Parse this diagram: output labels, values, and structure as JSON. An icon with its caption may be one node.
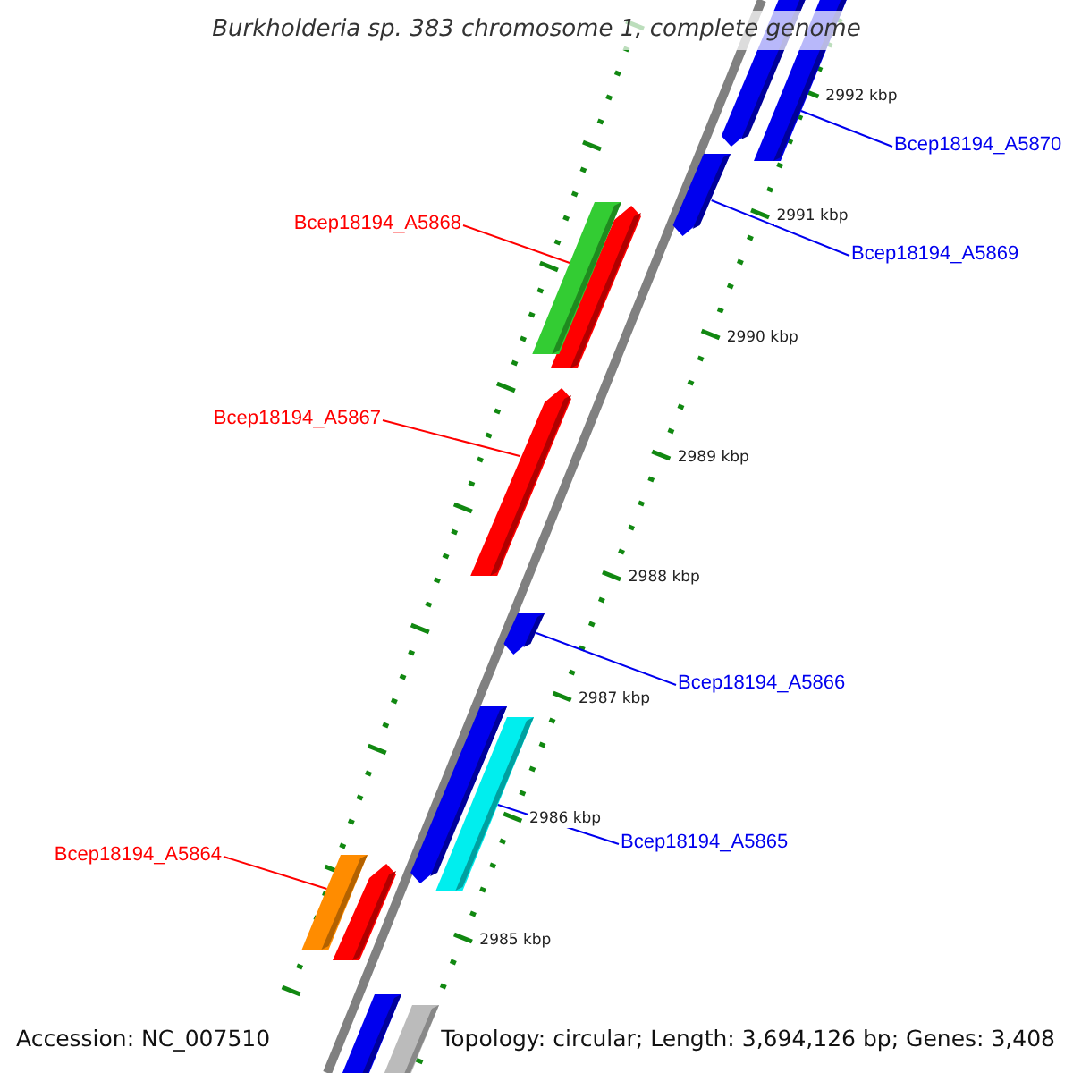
{
  "diagram": {
    "title": "Burkholderia sp. 383 chromosome 1, complete genome",
    "nodes": [
      {
        "text": [
          "Bcep18194_A5870"
        ]
      },
      {
        "text": [
          "Bcep18194_A5868"
        ]
      },
      {
        "text": [
          "Bcep18194_A5869"
        ]
      },
      {
        "text": [
          "Bcep18194_A5867"
        ]
      },
      {
        "text": [
          "Bcep18194_A5866"
        ]
      },
      {
        "text": [
          "Bcep18194_A5865"
        ]
      },
      {
        "text": [
          "Bcep18194_A5864"
        ]
      },
      {
        "text": [],
        "shape": "bar"
      },
      {
        "text": [],
        "shape": "bar"
      },
      {
        "text": [],
        "shape": "bar"
      },
      {
        "text": [],
        "shape": "bar"
      },
      {
        "text": [],
        "shape": "bar"
      },
      {
        "text": [],
        "shape": "bar"
      },
      {
        "text": [],
        "shape": "bar"
      }
    ],
    "edges": [
      {
        "from": 0,
        "to": 7,
        "arrow": "none"
      },
      {
        "from": 1,
        "to": 9,
        "arrow": "none",
        "color": "#ff0000"
      },
      {
        "from": 2,
        "to": 8,
        "arrow": "none"
      },
      {
        "from": 3,
        "to": 10,
        "arrow": "none",
        "color": "#ff0000"
      },
      {
        "from": 4,
        "to": 11,
        "arrow": "none"
      },
      {
        "from": 5,
        "to": 12,
        "arrow": "none"
      },
      {
        "from": 6,
        "to": 13,
        "arrow": "none",
        "color": "#ff0000"
      }
    ],
    "labels": [
      "2992 kbp",
      "2991 kbp",
      "2990 kbp",
      "2989 kbp",
      "2988 kbp",
      "2987 kbp",
      "2986 kbp",
      "2985 kbp",
      "Accession: NC_007510",
      "Topology: circular; Length: 3,694,126 bp; Genes: 3,408"
    ]
  }
}
